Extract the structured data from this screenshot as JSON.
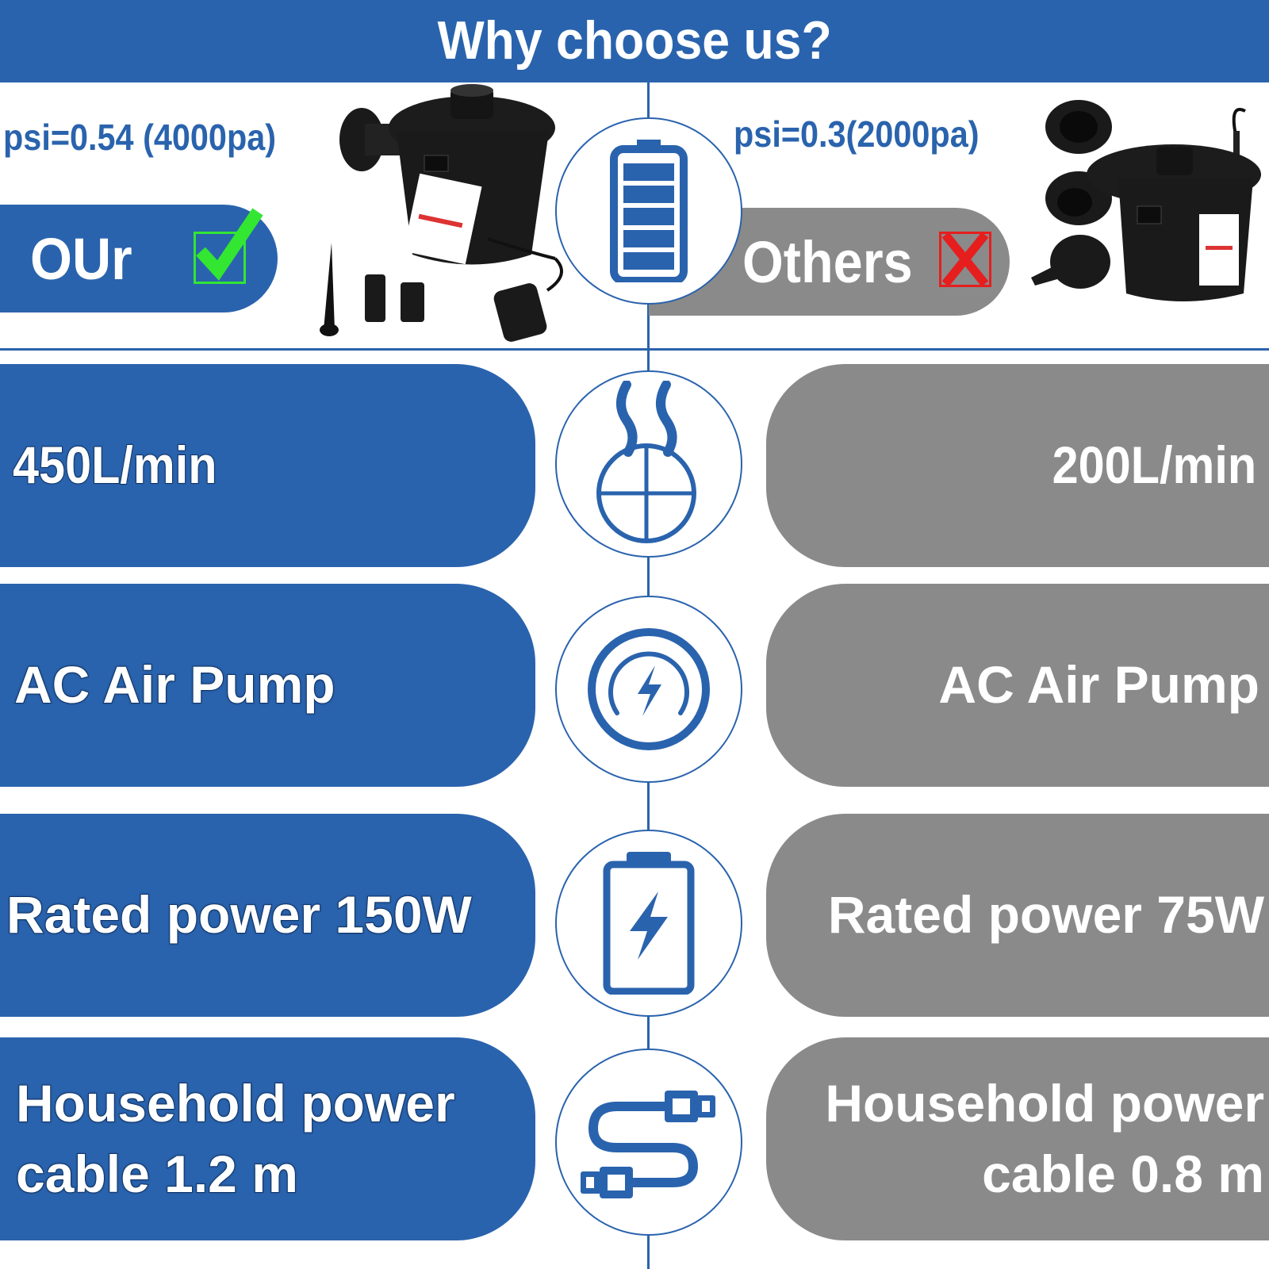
{
  "header": {
    "title": "Why choose us?"
  },
  "colors": {
    "brand_blue": "#2a63ad",
    "others_gray": "#8a8a8a",
    "check_green": "#32e632",
    "cross_red": "#e61e1e",
    "background": "#ffffff"
  },
  "comparison": {
    "ours": {
      "label": "OUr",
      "mark_icon": "check-icon",
      "pressure": "psi=0.54 (4000pa)"
    },
    "others": {
      "label": "Others",
      "mark_icon": "cross-icon",
      "pressure": "psi=0.3(2000pa)"
    }
  },
  "rows": [
    {
      "icon": "battery-full-icon",
      "ours": "psi=0.54 (4000pa)",
      "others": "psi=0.3(2000pa)"
    },
    {
      "icon": "airflow-icon",
      "ours": "450L/min",
      "others": "200L/min"
    },
    {
      "icon": "power-charge-icon",
      "ours": "AC Air Pump",
      "others": "AC Air Pump"
    },
    {
      "icon": "battery-charging-icon",
      "ours": "Rated power 150W",
      "others": "Rated power 75W"
    },
    {
      "icon": "usb-cable-icon",
      "ours_line1": "Household power",
      "ours_line2": "cable 1.2 m",
      "others_line1": "Household power",
      "others_line2": "cable 0.8 m"
    }
  ]
}
